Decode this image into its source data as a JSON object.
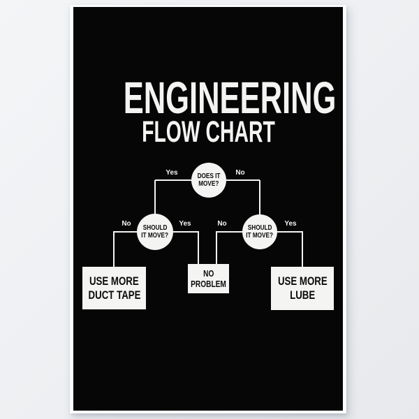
{
  "colors": {
    "page_background": "#edeff2",
    "poster_paper": "#fbfcfd",
    "poster_ink": "#060606",
    "flowchart_white": "#f4f4f2",
    "node_text": "#0b0b0b"
  },
  "poster": {
    "title": {
      "line1": "ENGINEERING",
      "line2": "FLOW CHART"
    },
    "flowchart": {
      "decision_root": {
        "line1": "DOES IT",
        "line2": "MOVE?"
      },
      "decision_left": {
        "line1": "SHOULD",
        "line2": "IT MOVE?"
      },
      "decision_right": {
        "line1": "SHOULD",
        "line2": "IT MOVE?"
      },
      "outcome_duct_tape": {
        "line1": "USE MORE",
        "line2": "DUCT TAPE"
      },
      "outcome_no_problem": {
        "line1": "NO",
        "line2": "PROBLEM"
      },
      "outcome_lube": {
        "line1": "USE MORE",
        "line2": "LUBE"
      },
      "labels": {
        "root_yes": "Yes",
        "root_no": "No",
        "left_no": "No",
        "left_yes": "Yes",
        "right_no": "No",
        "right_yes": "Yes"
      }
    }
  }
}
